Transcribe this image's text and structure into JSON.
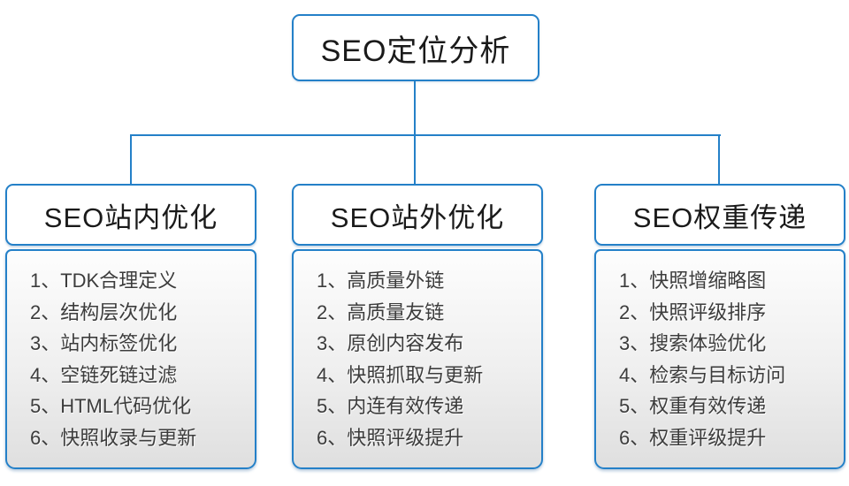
{
  "root": {
    "title": "SEO定位分析"
  },
  "columns": [
    {
      "title": "SEO站内优化",
      "items": [
        "1、TDK合理定义",
        "2、结构层次优化",
        "3、站内标签优化",
        "4、空链死链过滤",
        "5、HTML代码优化",
        "6、快照收录与更新"
      ]
    },
    {
      "title": "SEO站外优化",
      "items": [
        "1、高质量外链",
        "2、高质量友链",
        "3、原创内容发布",
        "4、快照抓取与更新",
        "5、内连有效传递",
        "6、快照评级提升"
      ]
    },
    {
      "title": "SEO权重传递",
      "items": [
        "1、快照增缩略图",
        "2、快照评级排序",
        "3、搜索体验优化",
        "4、检索与目标访问",
        "5、权重有效传递",
        "6、权重评级提升"
      ]
    }
  ],
  "colors": {
    "accent_blue": "#2480c8",
    "panel_gradient_top": "#fdfdfd",
    "panel_gradient_bottom": "#dfdfdf",
    "list_text": "#3c3c3c",
    "heading_text": "#1a1a1a"
  }
}
